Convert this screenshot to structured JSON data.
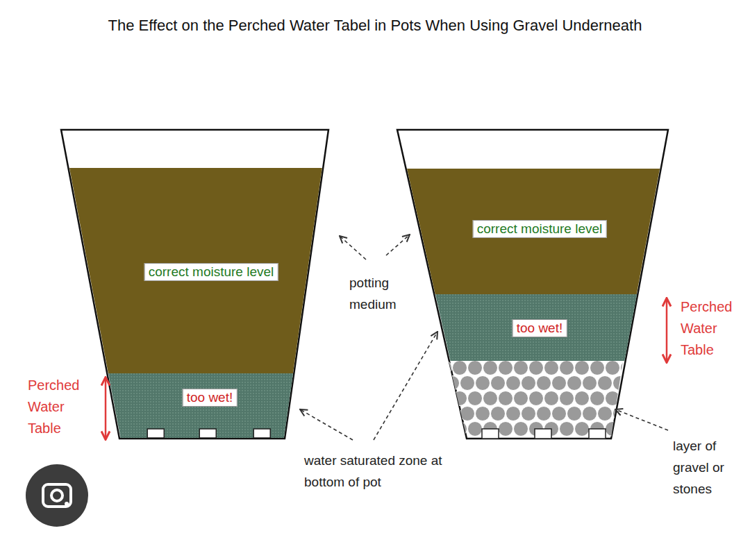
{
  "diagram": {
    "title": "The Effect on the Perched Water Tabel in Pots When Using Gravel Underneath",
    "nodes": [
      {
        "text": [
          "correct moisture level"
        ]
      },
      {
        "text": [
          "too wet!"
        ]
      },
      {
        "text": [
          "correct moisture level"
        ]
      },
      {
        "text": [
          "too wet!"
        ]
      }
    ],
    "labels": [
      "Perched Water Table",
      "potting medium",
      "Perched Water Table",
      "water saturated zone at bottom of pot",
      "layer of gravel or stones"
    ]
  }
}
